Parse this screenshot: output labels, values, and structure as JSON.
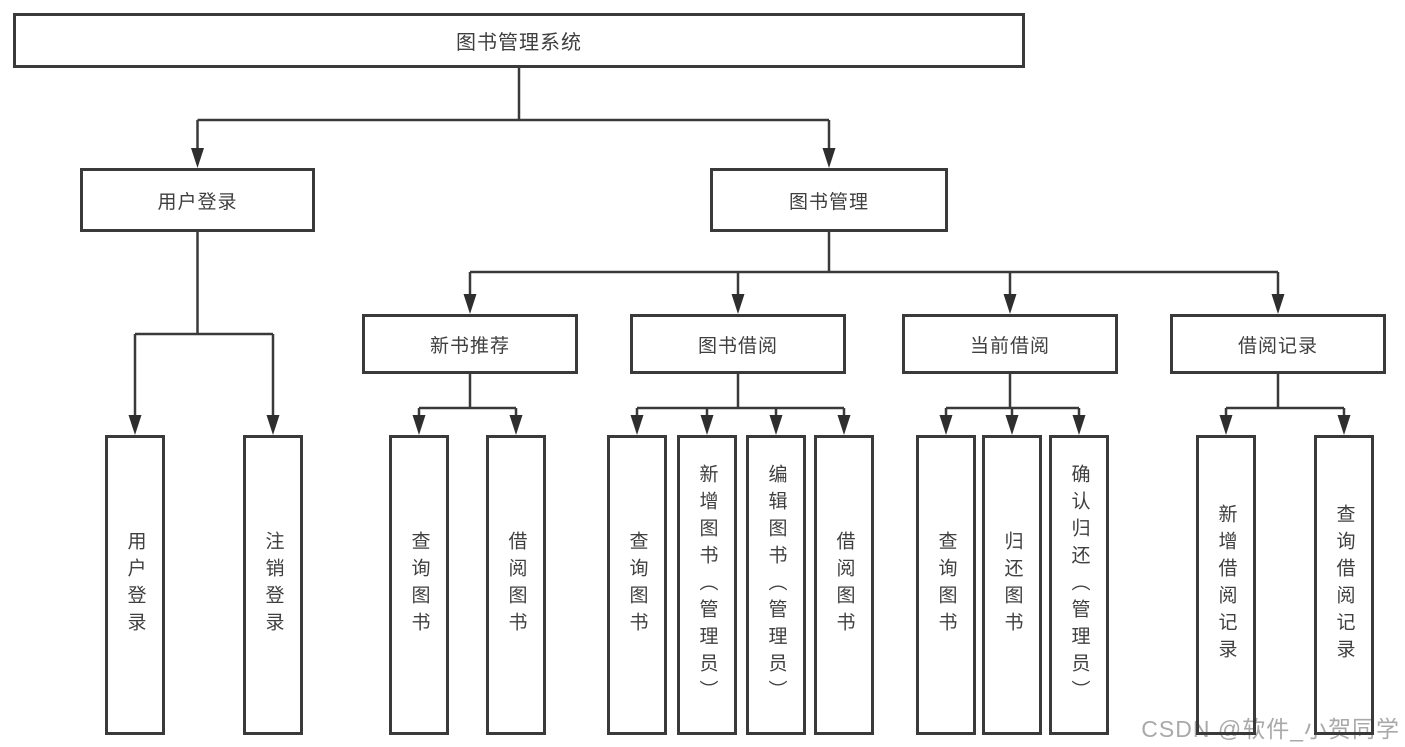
{
  "diagram": {
    "title": "图书管理系统",
    "children": [
      {
        "label": "用户登录",
        "children": [
          {
            "label": "用户登录"
          },
          {
            "label": "注销登录"
          }
        ]
      },
      {
        "label": "图书管理",
        "children": [
          {
            "label": "新书推荐",
            "children": [
              {
                "label": "查询图书"
              },
              {
                "label": "借阅图书"
              }
            ]
          },
          {
            "label": "图书借阅",
            "children": [
              {
                "label": "查询图书"
              },
              {
                "label": "新增图书（管理员）"
              },
              {
                "label": "编辑图书（管理员）"
              },
              {
                "label": "借阅图书"
              }
            ]
          },
          {
            "label": "当前借阅",
            "children": [
              {
                "label": "查询图书"
              },
              {
                "label": "归还图书"
              },
              {
                "label": "确认归还（管理员）"
              }
            ]
          },
          {
            "label": "借阅记录",
            "children": [
              {
                "label": "新增借阅记录"
              },
              {
                "label": "查询借阅记录"
              }
            ]
          }
        ]
      }
    ]
  },
  "watermark": {
    "text": "CSDN @软件_小贺同学"
  },
  "colors": {
    "line": "#3a3a3a",
    "arrow": "#2e2e2e",
    "text": "#3f3f3f",
    "watermark": "#a9a9a9"
  }
}
